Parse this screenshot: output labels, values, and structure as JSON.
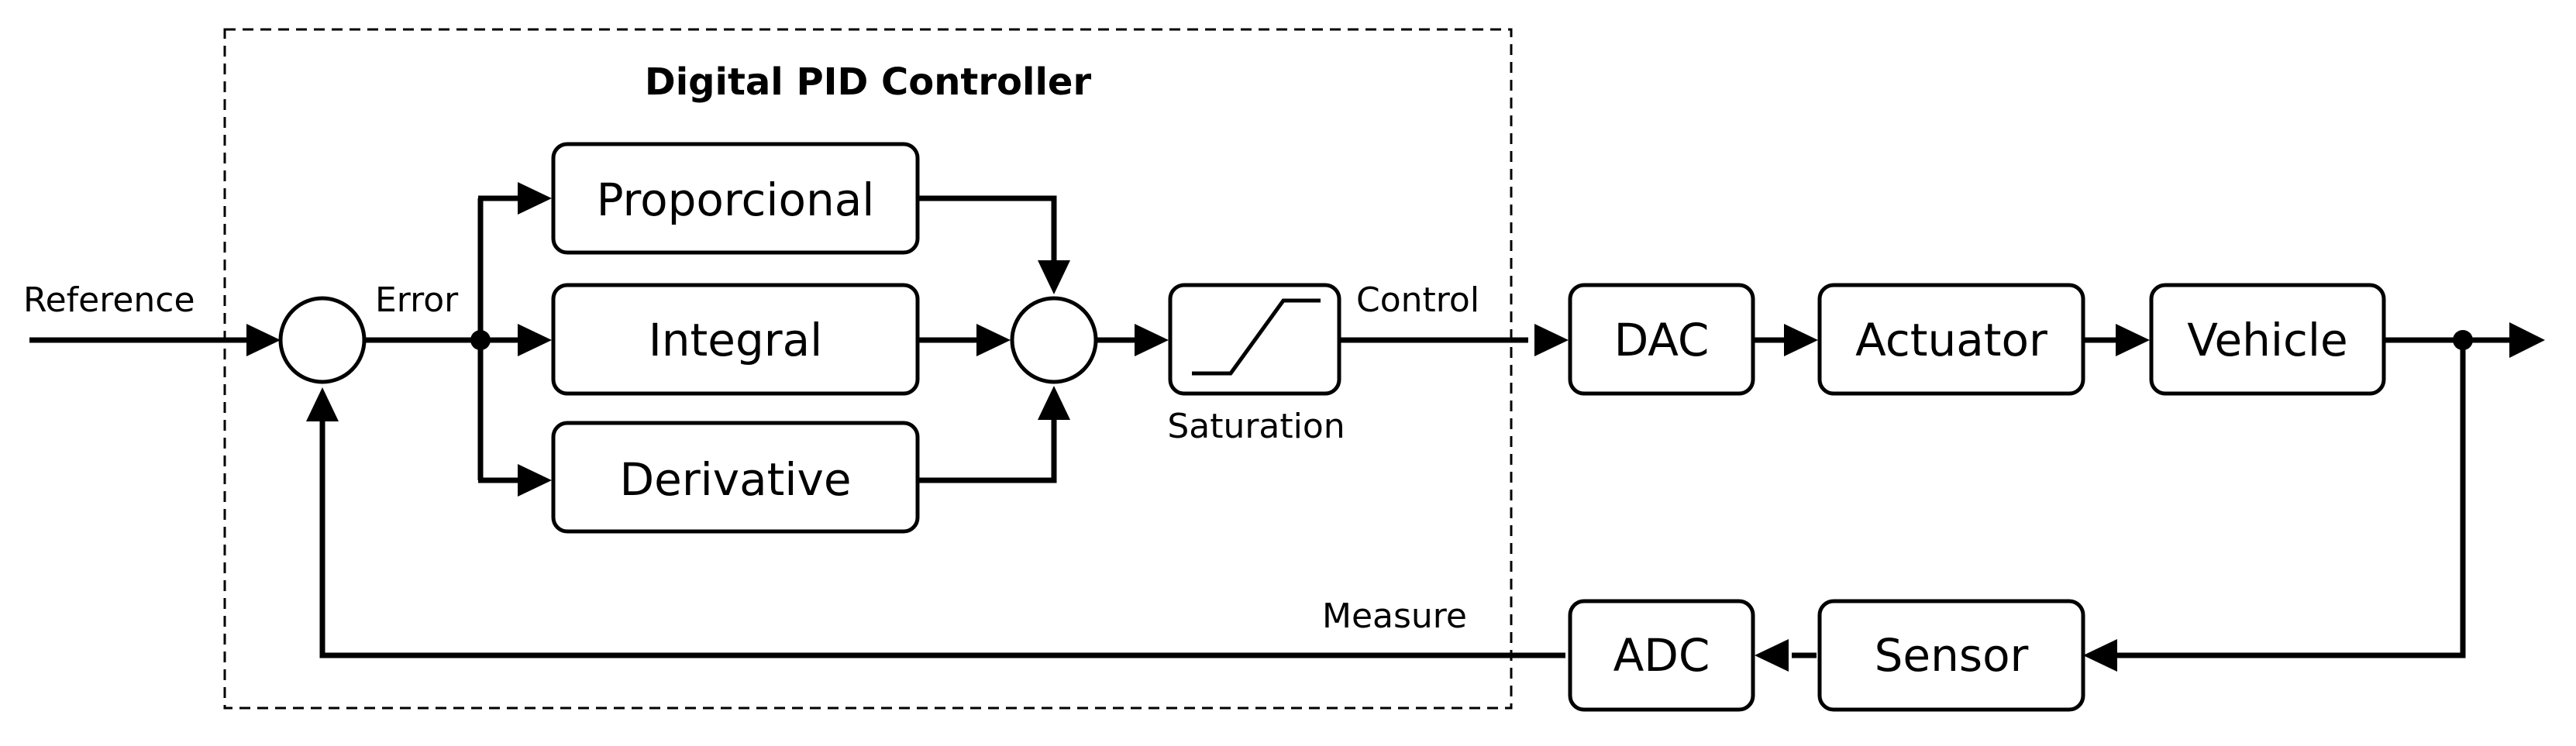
{
  "title": "Digital PID Controller",
  "signals": {
    "reference": "Reference",
    "error": "Error",
    "control": "Control",
    "measure": "Measure"
  },
  "blocks": {
    "proportional": "Proporcional",
    "integral": "Integral",
    "derivative": "Derivative",
    "saturation": "Saturation",
    "dac": "DAC",
    "actuator": "Actuator",
    "vehicle": "Vehicle",
    "adc": "ADC",
    "sensor": "Sensor"
  },
  "colors": {
    "stroke": "#000000",
    "background": "#ffffff"
  }
}
